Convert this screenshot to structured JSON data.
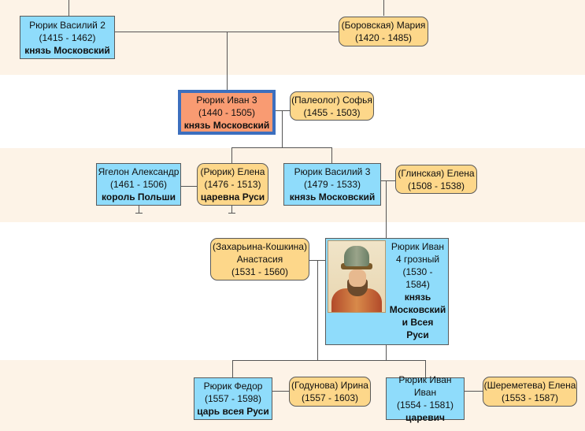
{
  "colors": {
    "male": "#8fdcfb",
    "female": "#fdd78a",
    "focus": "#f99b72",
    "focus_border": "#3c6fbe",
    "band": "#fdf3e7"
  },
  "persons": {
    "vasily2": {
      "name": "Рюрик Василий 2",
      "dates": "(1415 - 1462)",
      "title": "князь Московский"
    },
    "maria": {
      "name": "(Боровская) Мария",
      "dates": "(1420 - 1485)"
    },
    "ivan3": {
      "name": "Рюрик Иван 3",
      "dates": "(1440 - 1505)",
      "title": "князь Московский"
    },
    "sofia": {
      "name": "(Палеолог) Софья",
      "dates": "(1455 - 1503)"
    },
    "alexander": {
      "name": "Ягелон Александр",
      "dates": "(1461 - 1506)",
      "title": "король Польши"
    },
    "elena_r": {
      "name": "(Рюрик) Елена",
      "dates": "(1476 - 1513)",
      "title": "царевна Руси"
    },
    "vasily3": {
      "name": "Рюрик Василий 3",
      "dates": "(1479 - 1533)",
      "title": "князь Московский"
    },
    "elena_g": {
      "name": "(Глинская) Елена",
      "dates": "(1508 - 1538)"
    },
    "anastasia": {
      "name1": "(Захарьина-Кошкина)",
      "name2": "Анастасия",
      "dates": "(1531 - 1560)"
    },
    "ivan4": {
      "name1": "Рюрик Иван",
      "name2": "4 грозный",
      "dates1": "(1530 -",
      "dates2": "1584)",
      "title1": "князь",
      "title2": "Московский",
      "title3": "и Всея",
      "title4": "Руси"
    },
    "fedor": {
      "name": "Рюрик Федор",
      "dates": "(1557 - 1598)",
      "title": "царь всея Руси"
    },
    "irina": {
      "name": "(Годунова) Ирина",
      "dates": "(1557 - 1603)"
    },
    "ivan_ivan": {
      "name": "Рюрик Иван Иван",
      "dates": "(1554 - 1581)",
      "title": "царевич"
    },
    "elena_sh": {
      "name": "(Шереметева) Елена",
      "dates": "(1553 - 1587)"
    }
  }
}
